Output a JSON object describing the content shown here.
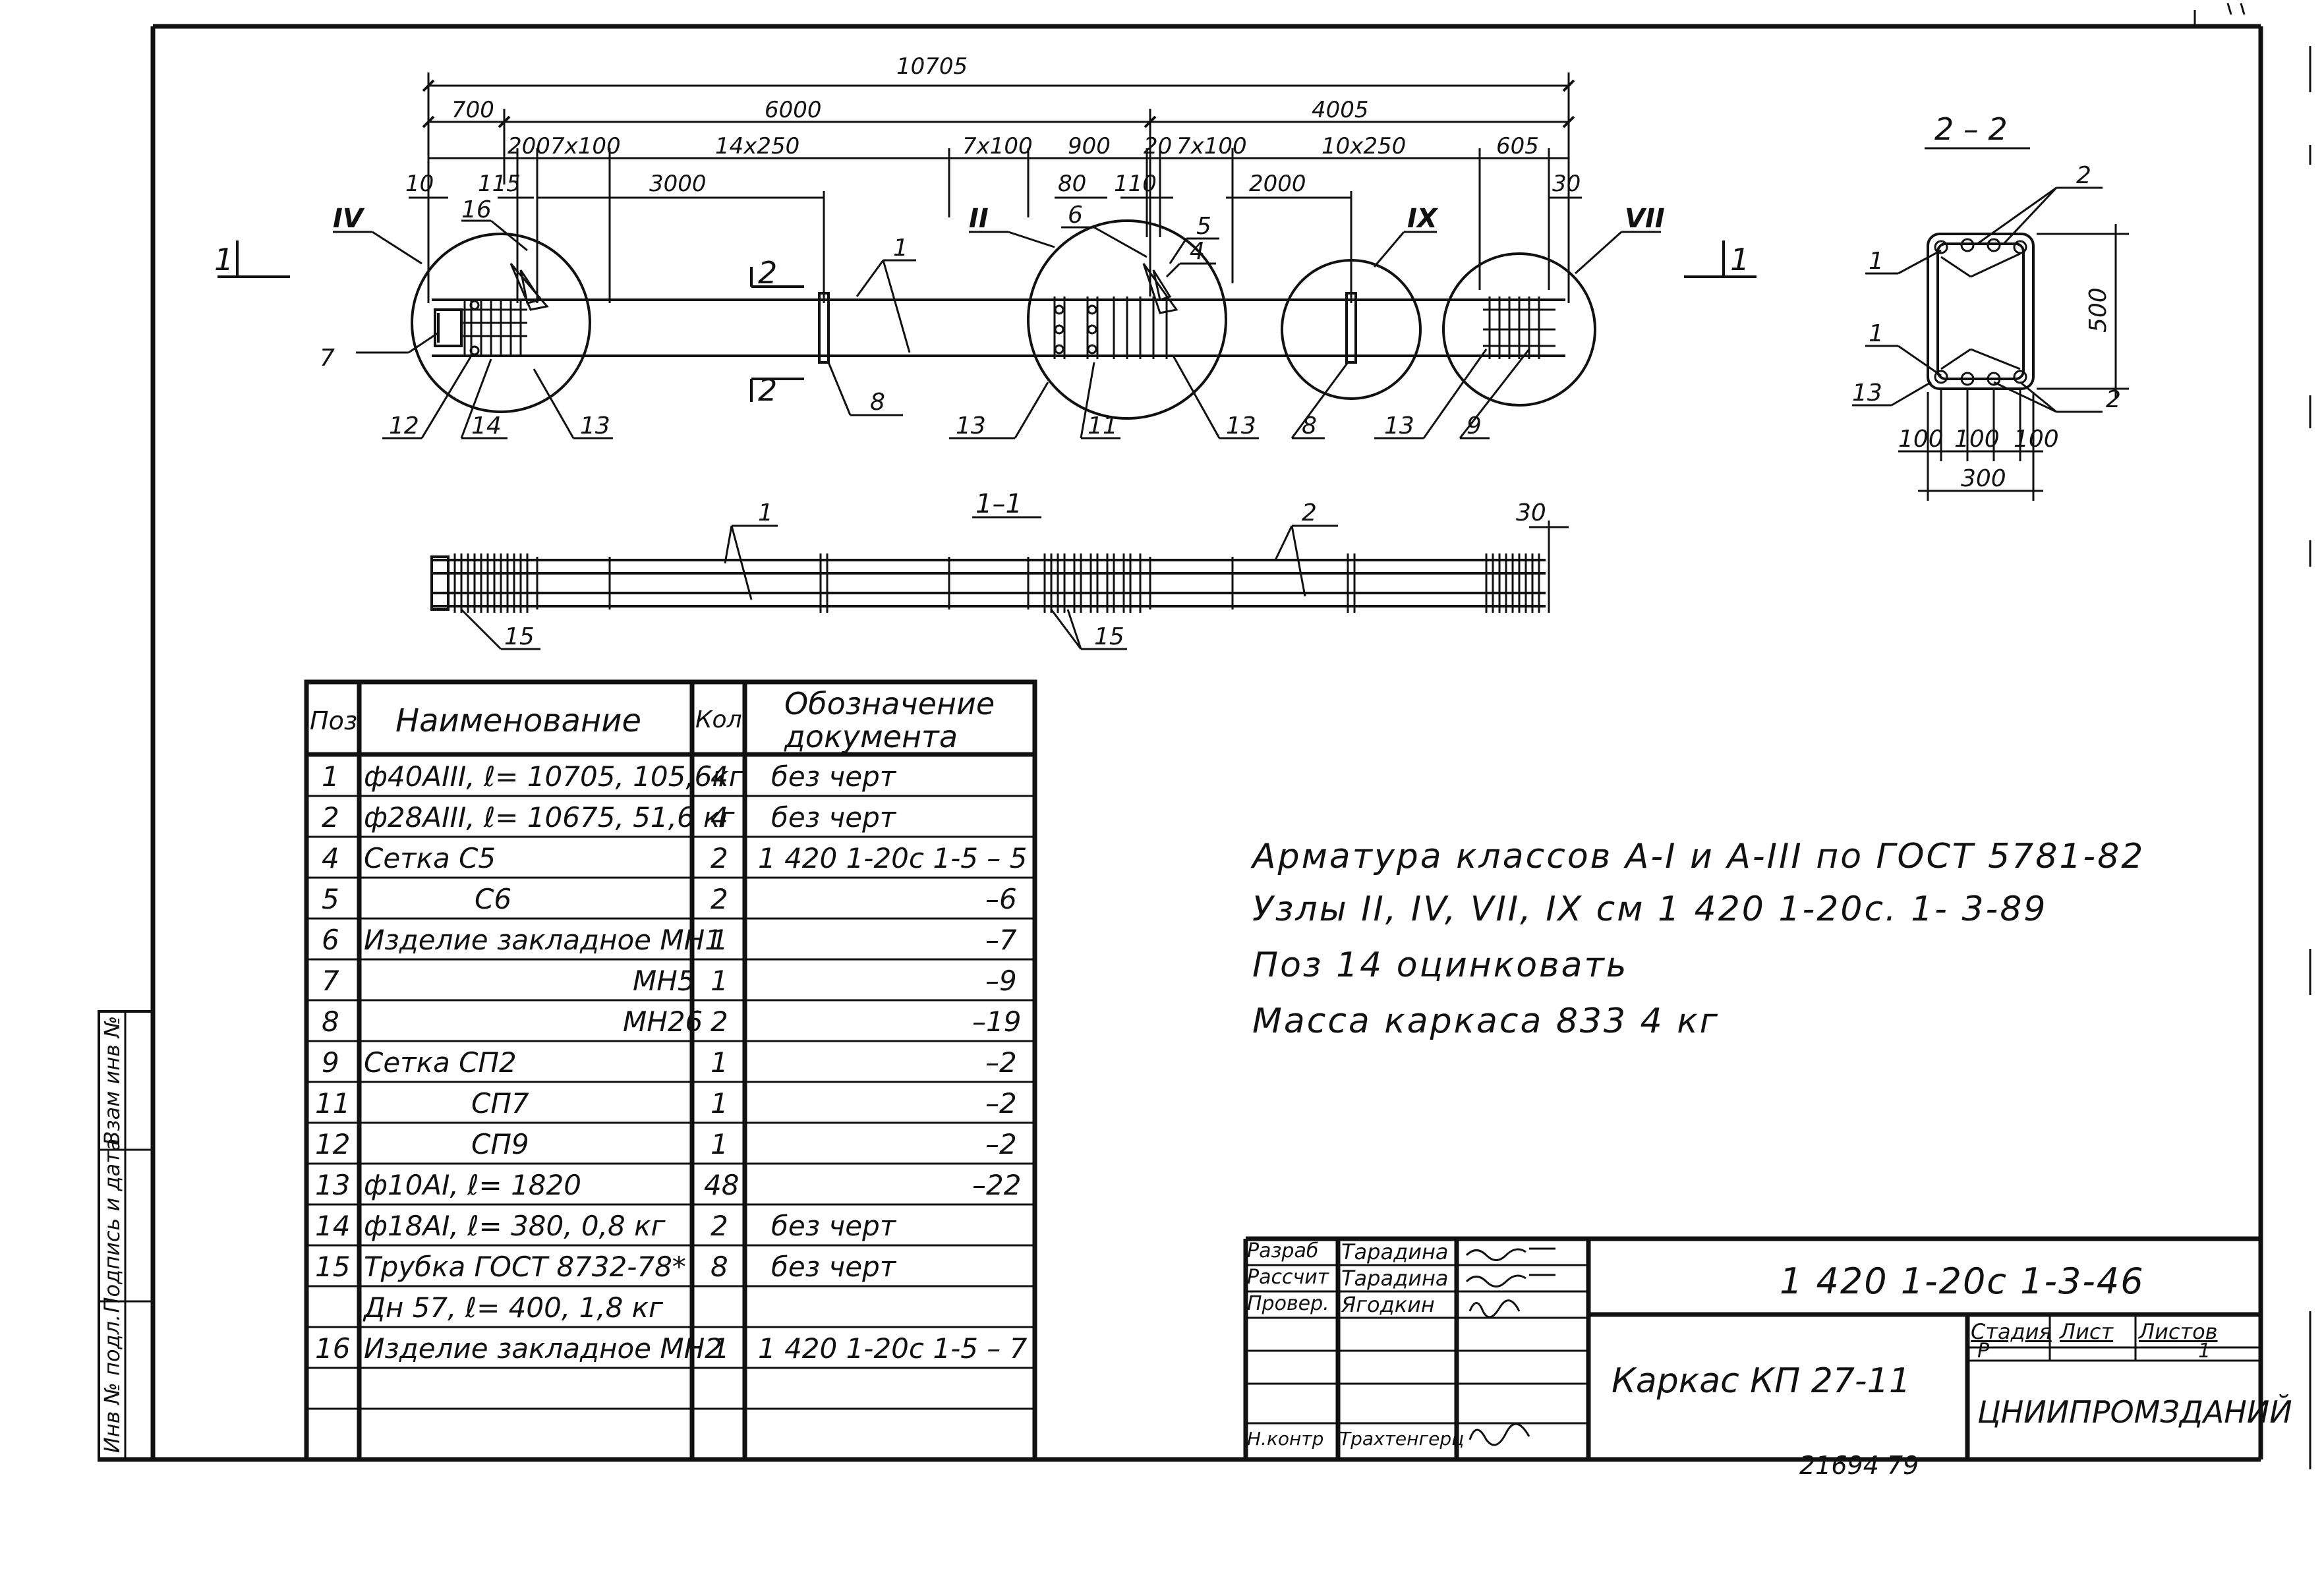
{
  "drawing": {
    "dims_top": {
      "overall": "10705",
      "seg_a": "700",
      "seg_b": "6000",
      "seg_c": "4005",
      "row3": [
        "200",
        "7x100",
        "14x250",
        "7x100",
        "900",
        "20",
        "7x100",
        "10x250",
        "605"
      ],
      "small_left": [
        "10",
        "115"
      ],
      "d3000": "3000",
      "d80": "80",
      "d110": "110",
      "d2000": "2000",
      "d30": "30"
    },
    "node_labels": [
      "IV",
      "II",
      "IX",
      "VII"
    ],
    "section_marks": [
      "1",
      "1",
      "2",
      "2"
    ],
    "callouts_top": [
      "16",
      "1",
      "6",
      "5",
      "4"
    ],
    "callouts_bottom": [
      "7",
      "12",
      "14",
      "13",
      "8",
      "13",
      "11",
      "13",
      "8",
      "13",
      "9"
    ],
    "view_1_1": {
      "title": "1–1",
      "callouts": [
        "1",
        "2",
        "15",
        "15"
      ],
      "dim": "30"
    },
    "section_2_2": {
      "title": "2 – 2",
      "callouts": [
        "2",
        "1",
        "1",
        "13",
        "2"
      ],
      "dims": [
        "500",
        "100",
        "100",
        "100",
        "300"
      ]
    }
  },
  "spec_table": {
    "headers": {
      "pos": "Поз",
      "name": "Наименование",
      "qty": "Кол",
      "doc": [
        "Обозначение",
        "документа"
      ]
    },
    "rows": [
      {
        "pos": "1",
        "name": "ф40АIII, ℓ= 10705, 105,6кг",
        "qty": "4",
        "doc": "без черт"
      },
      {
        "pos": "2",
        "name": "ф28АIII, ℓ= 10675,  51,6 кг",
        "qty": "4",
        "doc": "без черт"
      },
      {
        "pos": "4",
        "name": "Сетка   С5",
        "qty": "2",
        "doc": "1 420 1-20с 1-5 – 5"
      },
      {
        "pos": "5",
        "name": "С6",
        "qty": "2",
        "doc": "–6"
      },
      {
        "pos": "6",
        "name": "Изделие закладное МН1",
        "qty": "1",
        "doc": "–7"
      },
      {
        "pos": "7",
        "name": "МН5",
        "qty": "1",
        "doc": "–9"
      },
      {
        "pos": "8",
        "name": "МН26",
        "qty": "2",
        "doc": "–19"
      },
      {
        "pos": "9",
        "name": "Сетка  СП2",
        "qty": "1",
        "doc": "–2"
      },
      {
        "pos": "11",
        "name": "СП7",
        "qty": "1",
        "doc": "–2"
      },
      {
        "pos": "12",
        "name": "СП9",
        "qty": "1",
        "doc": "–2"
      },
      {
        "pos": "13",
        "name": "ф10АI, ℓ= 1820",
        "qty": "48",
        "doc": "–22"
      },
      {
        "pos": "14",
        "name": "ф18АI,  ℓ= 380,  0,8 кг",
        "qty": "2",
        "doc": "без черт"
      },
      {
        "pos": "15",
        "name": "Трубка ГОСТ 8732-78*",
        "qty": "8",
        "doc": "без черт"
      },
      {
        "pos": "",
        "name": "Дн 57,  ℓ= 400,  1,8 кг",
        "qty": "",
        "doc": ""
      },
      {
        "pos": "16",
        "name": "Изделие закладное МН2",
        "qty": "1",
        "doc": "1 420 1-20с 1-5 – 7"
      },
      {
        "pos": "",
        "name": "",
        "qty": "",
        "doc": ""
      }
    ]
  },
  "notes": [
    "Арматура  классов  А-I  и  А-III  по   ГОСТ 5781-82",
    "Узлы  II, IV, VII, IX  см  1 420 1-20с. 1- 3-89",
    "Поз 14  оцинковать",
    "Масса   каркаса  833 4 кг"
  ],
  "title_block": {
    "roles": [
      "Разраб",
      "Рассчит",
      "Провер.",
      "",
      "",
      "Н.контр"
    ],
    "names": [
      "Тарадина",
      "Тарадина",
      "Ягодкин",
      "",
      "",
      "Трахтенгерц"
    ],
    "code": "1 420 1-20с 1-3-46",
    "item_name": "Каркас   КП 27-11",
    "stage_label": "Стадия",
    "sheet_label": "Лист",
    "sheets_label": "Листов",
    "stage": "Р",
    "sheets_total": "1",
    "org": "ЦНИИПРОМЗДАНИЙ",
    "archive_number": "21694   79"
  },
  "side_stamp": {
    "labels": [
      "Инв № подл.",
      "Подпись и дата",
      "Взам инв №"
    ]
  }
}
